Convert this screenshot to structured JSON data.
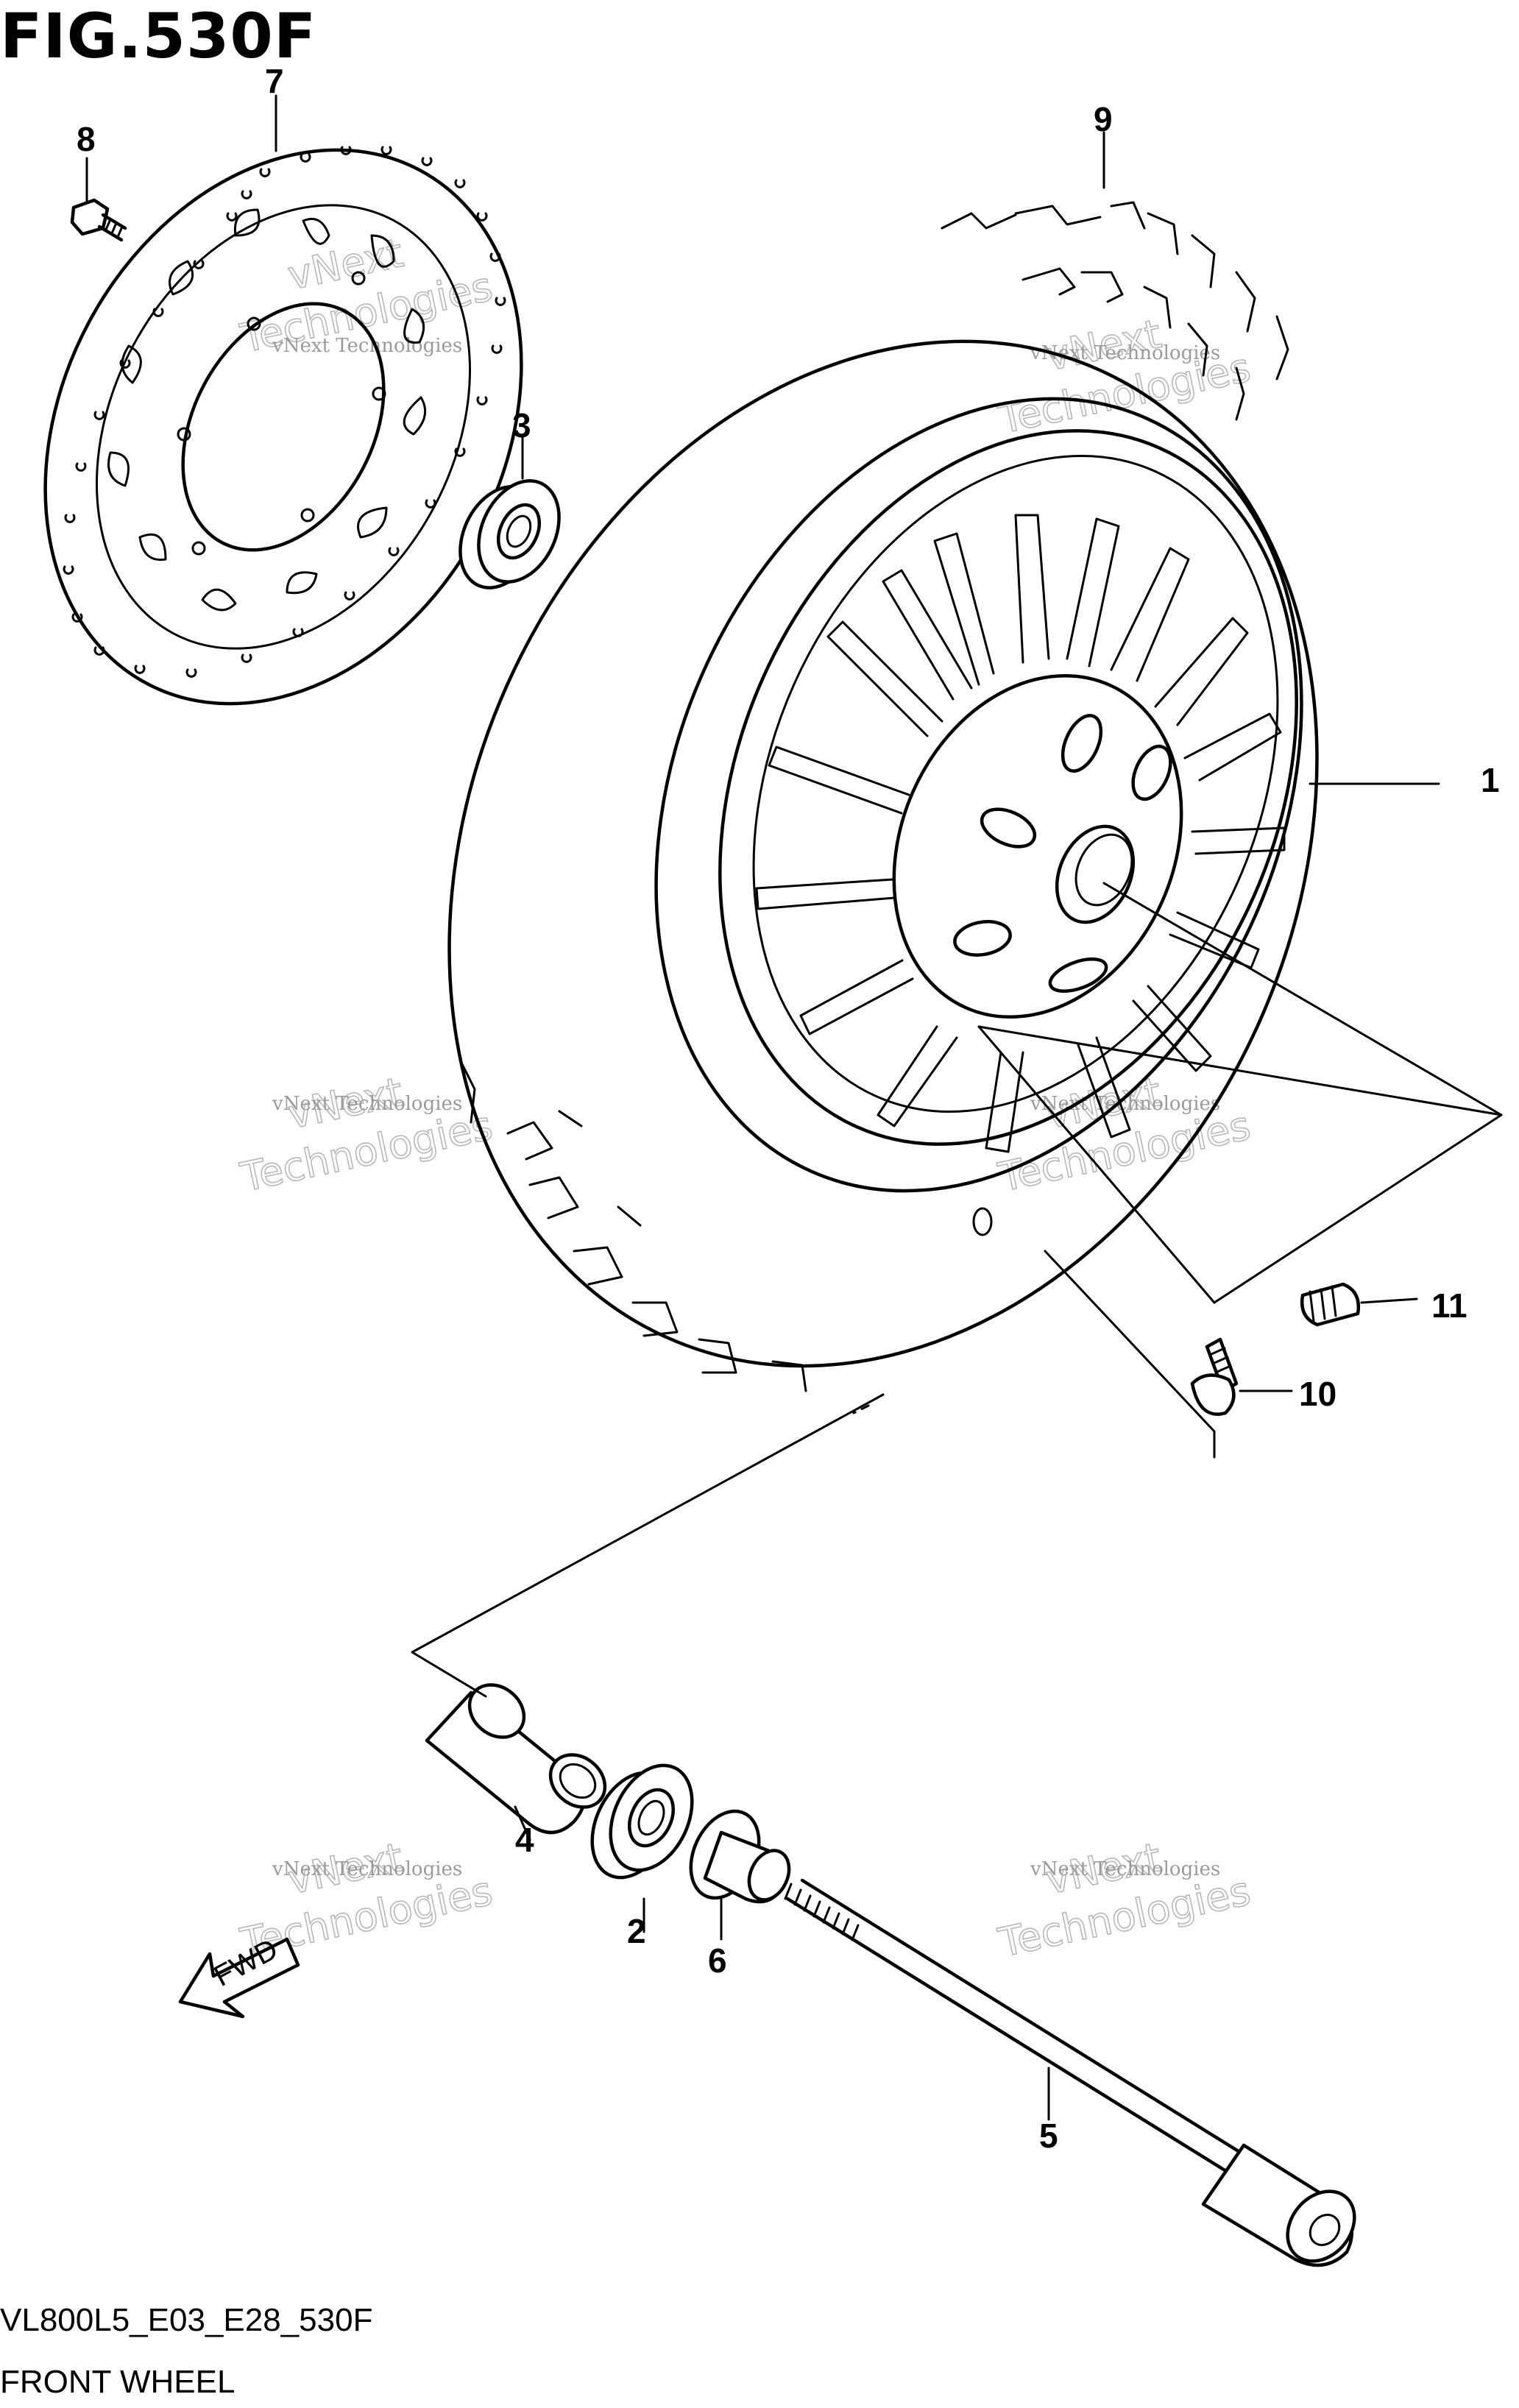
{
  "figure": {
    "title": "FIG.530F",
    "model_code": "VL800L5_E03_E28_530F",
    "section_name": "FRONT WHEEL"
  },
  "callouts": [
    "1",
    "2",
    "3",
    "4",
    "5",
    "6",
    "7",
    "8",
    "9",
    "10",
    "11"
  ],
  "fwd_label": "FWD",
  "watermark": {
    "line1": "vNext Technologies",
    "line2_a": "vNext",
    "line2_b": "Technologies"
  }
}
